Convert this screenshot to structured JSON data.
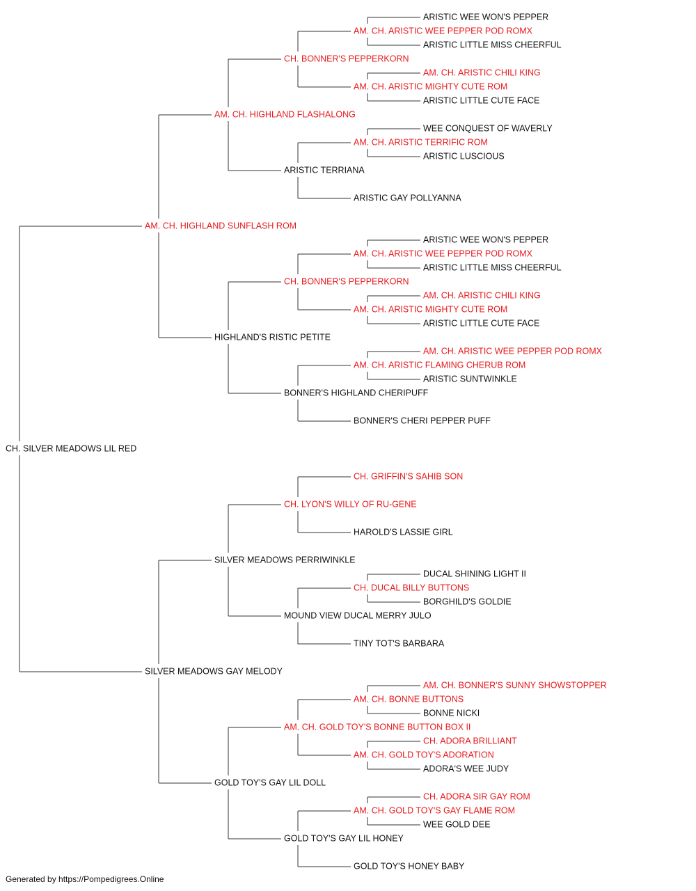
{
  "colors": {
    "champion": "#e8191d",
    "regular": "#111111",
    "line": "#333333"
  },
  "subject": {
    "name": "CH. SILVER MEADOWS LIL RED",
    "champion": false
  },
  "sire": {
    "name": "AM. CH. HIGHLAND SUNFLASH ROM",
    "champion": true
  },
  "dam": {
    "name": "SILVER MEADOWS GAY MELODY",
    "champion": false
  },
  "grandparents": [
    {
      "name": "AM. CH. HIGHLAND FLASHALONG",
      "champion": true
    },
    {
      "name": "HIGHLAND'S RISTIC PETITE",
      "champion": false
    },
    {
      "name": "SILVER MEADOWS PERRIWINKLE",
      "champion": false
    },
    {
      "name": "GOLD TOY'S GAY LIL DOLL",
      "champion": false
    }
  ],
  "great_grandparents": [
    {
      "name": "CH. BONNER'S PEPPERKORN",
      "champion": true
    },
    {
      "name": "ARISTIC TERRIANA",
      "champion": false
    },
    {
      "name": "CH. BONNER'S PEPPERKORN",
      "champion": true
    },
    {
      "name": "BONNER'S HIGHLAND CHERIPUFF",
      "champion": false
    },
    {
      "name": "CH. LYON'S WILLY OF RU-GENE",
      "champion": true
    },
    {
      "name": "MOUND VIEW DUCAL MERRY JULO",
      "champion": false
    },
    {
      "name": "AM. CH. GOLD TOY'S BONNE BUTTON BOX II",
      "champion": true
    },
    {
      "name": "GOLD TOY'S GAY LIL HONEY",
      "champion": false
    }
  ],
  "gen4": [
    {
      "name": "AM. CH. ARISTIC WEE PEPPER POD ROMX",
      "champion": true
    },
    {
      "name": "AM. CH. ARISTIC MIGHTY CUTE ROM",
      "champion": true
    },
    {
      "name": "AM. CH. ARISTIC TERRIFIC ROM",
      "champion": true
    },
    {
      "name": "ARISTIC GAY POLLYANNA",
      "champion": false
    },
    {
      "name": "AM. CH. ARISTIC WEE PEPPER POD ROMX",
      "champion": true
    },
    {
      "name": "AM. CH. ARISTIC MIGHTY CUTE ROM",
      "champion": true
    },
    {
      "name": "AM. CH. ARISTIC FLAMING CHERUB ROM",
      "champion": true
    },
    {
      "name": "BONNER'S CHERI PEPPER PUFF",
      "champion": false
    },
    {
      "name": "CH. GRIFFIN'S SAHIB SON",
      "champion": true
    },
    {
      "name": "HAROLD'S LASSIE GIRL",
      "champion": false
    },
    {
      "name": "CH. DUCAL BILLY BUTTONS",
      "champion": true
    },
    {
      "name": "TINY TOT'S BARBARA",
      "champion": false
    },
    {
      "name": "AM. CH. BONNE BUTTONS",
      "champion": true
    },
    {
      "name": "AM. CH. GOLD TOY'S ADORATION",
      "champion": true
    },
    {
      "name": "AM. CH. GOLD TOY'S GAY FLAME ROM",
      "champion": true
    },
    {
      "name": "GOLD TOY'S HONEY BABY",
      "champion": false
    }
  ],
  "gen5": [
    {
      "name": "ARISTIC WEE WON'S PEPPER",
      "champion": false
    },
    {
      "name": "ARISTIC LITTLE MISS CHEERFUL",
      "champion": false
    },
    {
      "name": "AM. CH. ARISTIC CHILI KING",
      "champion": true
    },
    {
      "name": "ARISTIC LITTLE CUTE FACE",
      "champion": false
    },
    {
      "name": "WEE CONQUEST OF WAVERLY",
      "champion": false
    },
    {
      "name": "ARISTIC LUSCIOUS",
      "champion": false
    },
    null,
    null,
    {
      "name": "ARISTIC WEE WON'S PEPPER",
      "champion": false
    },
    {
      "name": "ARISTIC LITTLE MISS CHEERFUL",
      "champion": false
    },
    {
      "name": "AM. CH. ARISTIC CHILI KING",
      "champion": true
    },
    {
      "name": "ARISTIC LITTLE CUTE FACE",
      "champion": false
    },
    {
      "name": "AM. CH. ARISTIC WEE PEPPER POD ROMX",
      "champion": true
    },
    {
      "name": "ARISTIC SUNTWINKLE",
      "champion": false
    },
    null,
    null,
    null,
    null,
    null,
    null,
    {
      "name": "DUCAL SHINING LIGHT II",
      "champion": false
    },
    {
      "name": "BORGHILD'S GOLDIE",
      "champion": false
    },
    null,
    null,
    {
      "name": "AM. CH. BONNER'S SUNNY SHOWSTOPPER",
      "champion": true
    },
    {
      "name": "BONNE NICKI",
      "champion": false
    },
    {
      "name": "CH. ADORA BRILLIANT",
      "champion": true
    },
    {
      "name": "ADORA'S WEE JUDY",
      "champion": false
    },
    {
      "name": "CH. ADORA SIR GAY ROM",
      "champion": true
    },
    {
      "name": "WEE GOLD DEE",
      "champion": false
    },
    null,
    null
  ],
  "footer": "Generated by https://Pompedigrees.Online"
}
